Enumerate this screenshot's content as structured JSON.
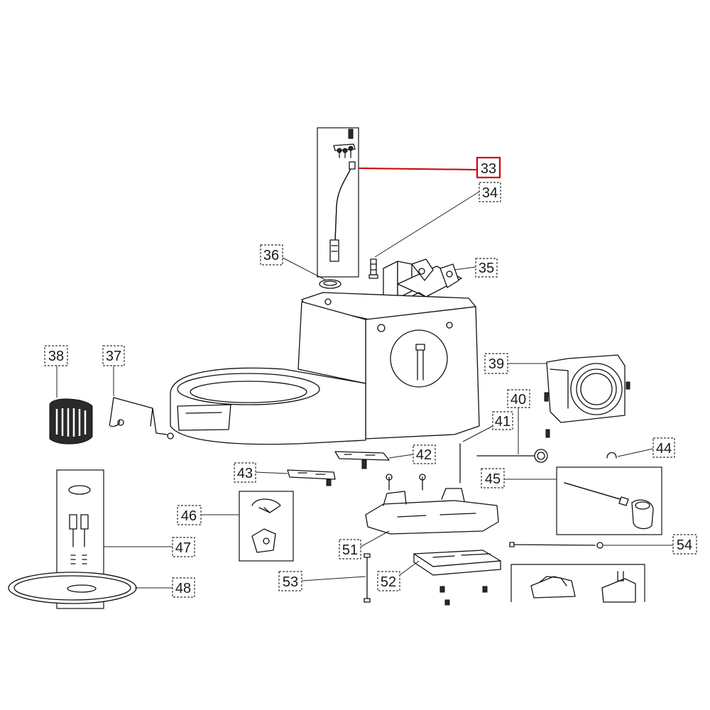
{
  "diagram": {
    "highlight_color": "#cc0000",
    "line_color": "#111111",
    "highlighted_callout": "33",
    "callouts": [
      {
        "id": "c33",
        "label": "33"
      },
      {
        "id": "c34",
        "label": "34"
      },
      {
        "id": "c35",
        "label": "35"
      },
      {
        "id": "c36",
        "label": "36"
      },
      {
        "id": "c37",
        "label": "37"
      },
      {
        "id": "c38",
        "label": "38"
      },
      {
        "id": "c39",
        "label": "39"
      },
      {
        "id": "c40",
        "label": "40"
      },
      {
        "id": "c41",
        "label": "41"
      },
      {
        "id": "c42",
        "label": "42"
      },
      {
        "id": "c43",
        "label": "43"
      },
      {
        "id": "c44",
        "label": "44"
      },
      {
        "id": "c45",
        "label": "45"
      },
      {
        "id": "c46",
        "label": "46"
      },
      {
        "id": "c47",
        "label": "47"
      },
      {
        "id": "c48",
        "label": "48"
      },
      {
        "id": "c51",
        "label": "51"
      },
      {
        "id": "c52",
        "label": "52"
      },
      {
        "id": "c53",
        "label": "53"
      },
      {
        "id": "c54",
        "label": "54"
      }
    ]
  }
}
